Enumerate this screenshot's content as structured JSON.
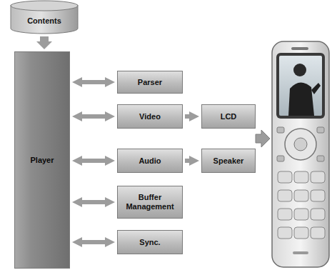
{
  "diagram": {
    "nodes": [
      {
        "text": [
          "Contents"
        ]
      },
      {
        "text": [
          "Player"
        ]
      },
      {
        "text": [
          "Parser"
        ]
      },
      {
        "text": [
          "Video"
        ]
      },
      {
        "text": [
          "LCD"
        ]
      },
      {
        "text": [
          "Audio"
        ]
      },
      {
        "text": [
          "Speaker"
        ]
      },
      {
        "text": [
          "Buffer Management"
        ]
      },
      {
        "text": [
          "Sync."
        ]
      }
    ],
    "edges": [
      {
        "from": 0,
        "to": 1,
        "arrow": "to"
      },
      {
        "from": 1,
        "to": 2,
        "arrow": "both"
      },
      {
        "from": 1,
        "to": 3,
        "arrow": "both"
      },
      {
        "from": 3,
        "to": 4,
        "arrow": "to"
      },
      {
        "from": 1,
        "to": 5,
        "arrow": "both"
      },
      {
        "from": 5,
        "to": 6,
        "arrow": "to"
      },
      {
        "from": 1,
        "to": 7,
        "arrow": "both"
      },
      {
        "from": 1,
        "to": 8,
        "arrow": "both"
      }
    ]
  }
}
